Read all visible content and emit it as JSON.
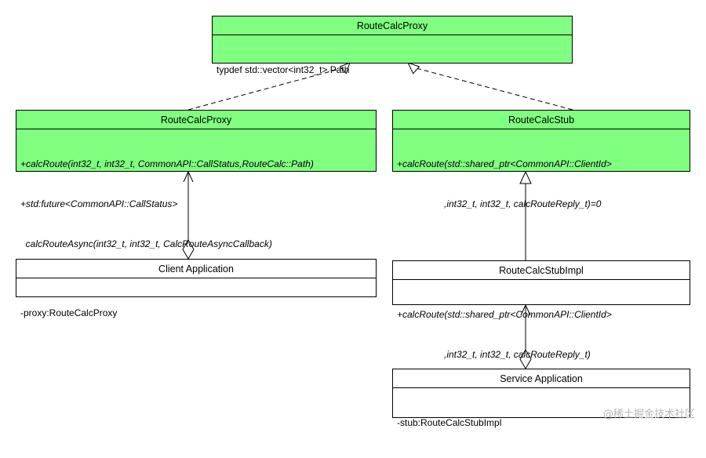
{
  "classes": {
    "proxy_base": {
      "name": "RouteCalcProxy",
      "members": [
        "typdef std::vector<int32_t> Path"
      ]
    },
    "proxy": {
      "name": "RouteCalcProxy",
      "members": [
        "+calcRoute(int32_t, int32_t, CommonAPI::CallStatus,RouteCalc::Path)",
        "+std:future<CommonAPI::CallStatus>",
        "  calcRouteAsync(int32_t, int32_t, CalcRouteAsyncCallback)"
      ]
    },
    "stub": {
      "name": "RouteCalcStub",
      "members": [
        "+calcRoute(std::shared_ptr<CommonAPI::ClientId>",
        "                  ,int32_t, int32_t, calcRouteReply_t)=0"
      ]
    },
    "client_app": {
      "name": "Client Application",
      "members": [
        "-proxy:RouteCalcProxy"
      ]
    },
    "stub_impl": {
      "name": "RouteCalcStubImpl",
      "members": [
        "+calcRoute(std::shared_ptr<CommonAPI::ClientId>",
        "                  ,int32_t, int32_t, calcRouteReply_t)"
      ]
    },
    "service_app": {
      "name": "Service Application",
      "members": [
        "-stub:RouteCalcStubImpl"
      ]
    }
  },
  "watermark": "@稀土掘金技术社区"
}
